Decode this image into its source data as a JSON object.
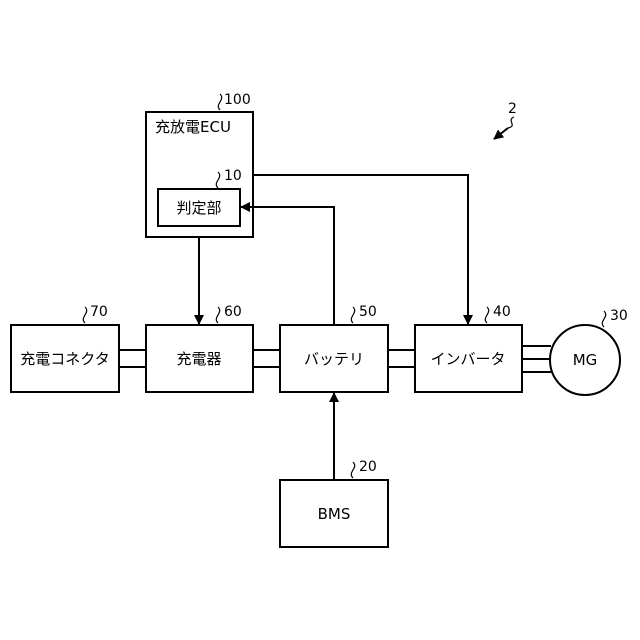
{
  "figure": {
    "ref": "2",
    "blocks": {
      "ecu": {
        "label": "充放電ECU",
        "ref": "100"
      },
      "judge": {
        "label": "判定部",
        "ref": "10"
      },
      "connector": {
        "label": "充電コネクタ",
        "ref": "70"
      },
      "charger": {
        "label": "充電器",
        "ref": "60"
      },
      "battery": {
        "label": "バッテリ",
        "ref": "50"
      },
      "inverter": {
        "label": "インバータ",
        "ref": "40"
      },
      "mg": {
        "label": "MG",
        "ref": "30"
      },
      "bms": {
        "label": "BMS",
        "ref": "20"
      }
    }
  }
}
